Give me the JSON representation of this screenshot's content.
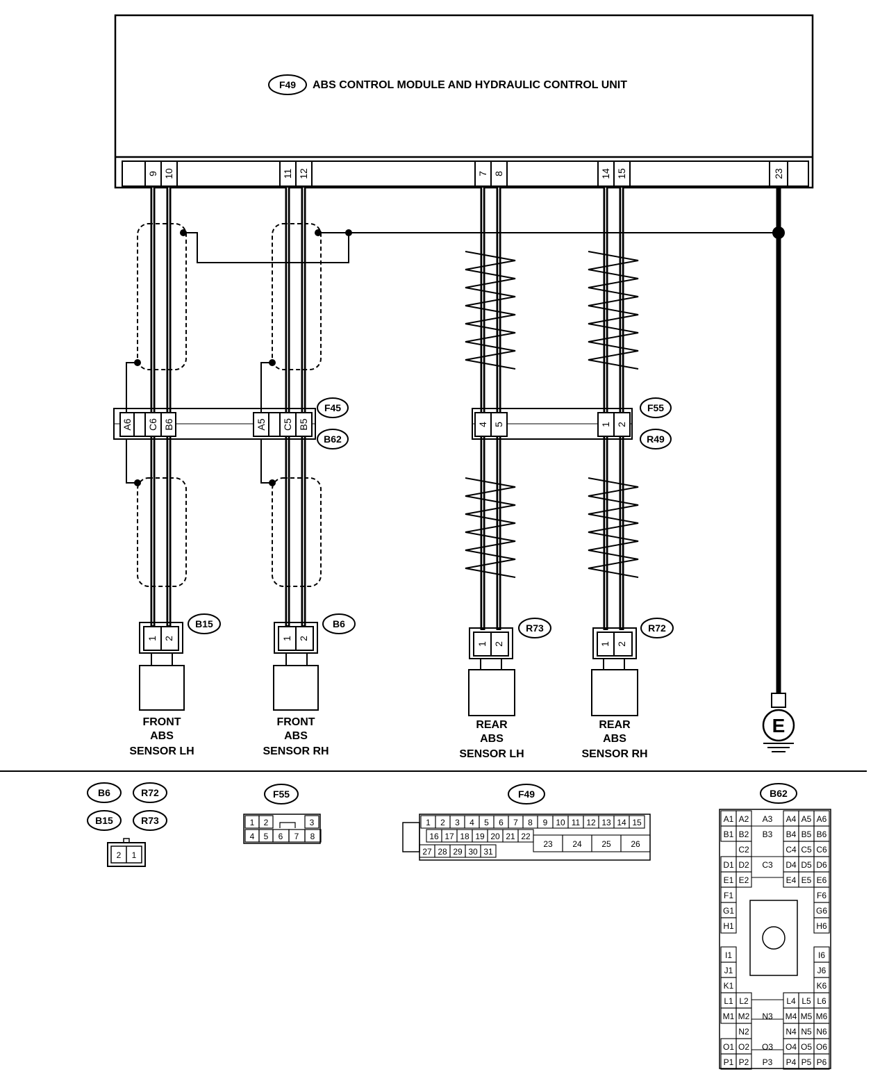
{
  "module": {
    "tag": "F49",
    "title": "ABS CONTROL MODULE AND HYDRAULIC  CONTROL UNIT",
    "pins": [
      "9",
      "10",
      "11",
      "12",
      "7",
      "8",
      "14",
      "15",
      "23"
    ]
  },
  "intermediate": {
    "left_tag_top": "F45",
    "left_tag_bottom": "B62",
    "left_pins": [
      "A6",
      "C6",
      "B6",
      "A5",
      "C5",
      "B5"
    ],
    "right_tag_top": "F55",
    "right_tag_bottom": "R49",
    "right_pins": [
      "4",
      "5",
      "1",
      "2"
    ]
  },
  "sensors": [
    {
      "tag": "B15",
      "pins": [
        "1",
        "2"
      ],
      "label": [
        "FRONT",
        "ABS",
        "SENSOR LH"
      ]
    },
    {
      "tag": "B6",
      "pins": [
        "1",
        "2"
      ],
      "label": [
        "FRONT",
        "ABS",
        "SENSOR RH"
      ]
    },
    {
      "tag": "R73",
      "pins": [
        "1",
        "2"
      ],
      "label": [
        "REAR",
        "ABS",
        "SENSOR LH"
      ]
    },
    {
      "tag": "R72",
      "pins": [
        "1",
        "2"
      ],
      "label": [
        "REAR",
        "ABS",
        "SENSOR RH"
      ]
    }
  ],
  "ground": {
    "symbol": "E"
  },
  "legend": {
    "sensor_conn": {
      "tags": [
        "B6",
        "R72",
        "B15",
        "R73"
      ],
      "pins": [
        "2",
        "1"
      ]
    },
    "f55": {
      "tag": "F55",
      "row1": [
        "1",
        "2",
        "3"
      ],
      "row2": [
        "4",
        "5",
        "6",
        "7",
        "8"
      ]
    },
    "f49": {
      "tag": "F49",
      "row1": [
        "1",
        "2",
        "3",
        "4",
        "5",
        "6",
        "7",
        "8",
        "9",
        "10",
        "11",
        "12",
        "13",
        "14",
        "15"
      ],
      "row2": [
        "16",
        "17",
        "18",
        "19",
        "20",
        "21",
        "22"
      ],
      "row2b": [
        "23",
        "24",
        "25",
        "26"
      ],
      "row3": [
        "27",
        "28",
        "29",
        "30",
        "31"
      ]
    },
    "b62": {
      "tag": "B62",
      "rows": [
        [
          "A1",
          "A2",
          "A3",
          "A4",
          "A5",
          "A6"
        ],
        [
          "B1",
          "B2",
          "B3",
          "B4",
          "B5",
          "B6"
        ],
        [
          "C2",
          "C4",
          "C5",
          "C6"
        ],
        [
          "D1",
          "D2",
          "C3",
          "D4",
          "D5",
          "D6"
        ],
        [
          "E1",
          "E2",
          "E4",
          "E5",
          "E6"
        ],
        [
          "F1",
          "F6"
        ],
        [
          "G1",
          "G6"
        ],
        [
          "H1",
          "H6"
        ],
        [
          "I1",
          "I6"
        ],
        [
          "J1",
          "J6"
        ],
        [
          "K1",
          "K6"
        ],
        [
          "L1",
          "L2",
          "L4",
          "L5",
          "L6"
        ],
        [
          "M1",
          "M2",
          "N3",
          "M4",
          "M5",
          "M6"
        ],
        [
          "N2",
          "N4",
          "N5",
          "N6"
        ],
        [
          "O1",
          "O2",
          "O3",
          "O4",
          "O5",
          "O6"
        ],
        [
          "P1",
          "P2",
          "P3",
          "P4",
          "P5",
          "P6"
        ]
      ]
    }
  }
}
